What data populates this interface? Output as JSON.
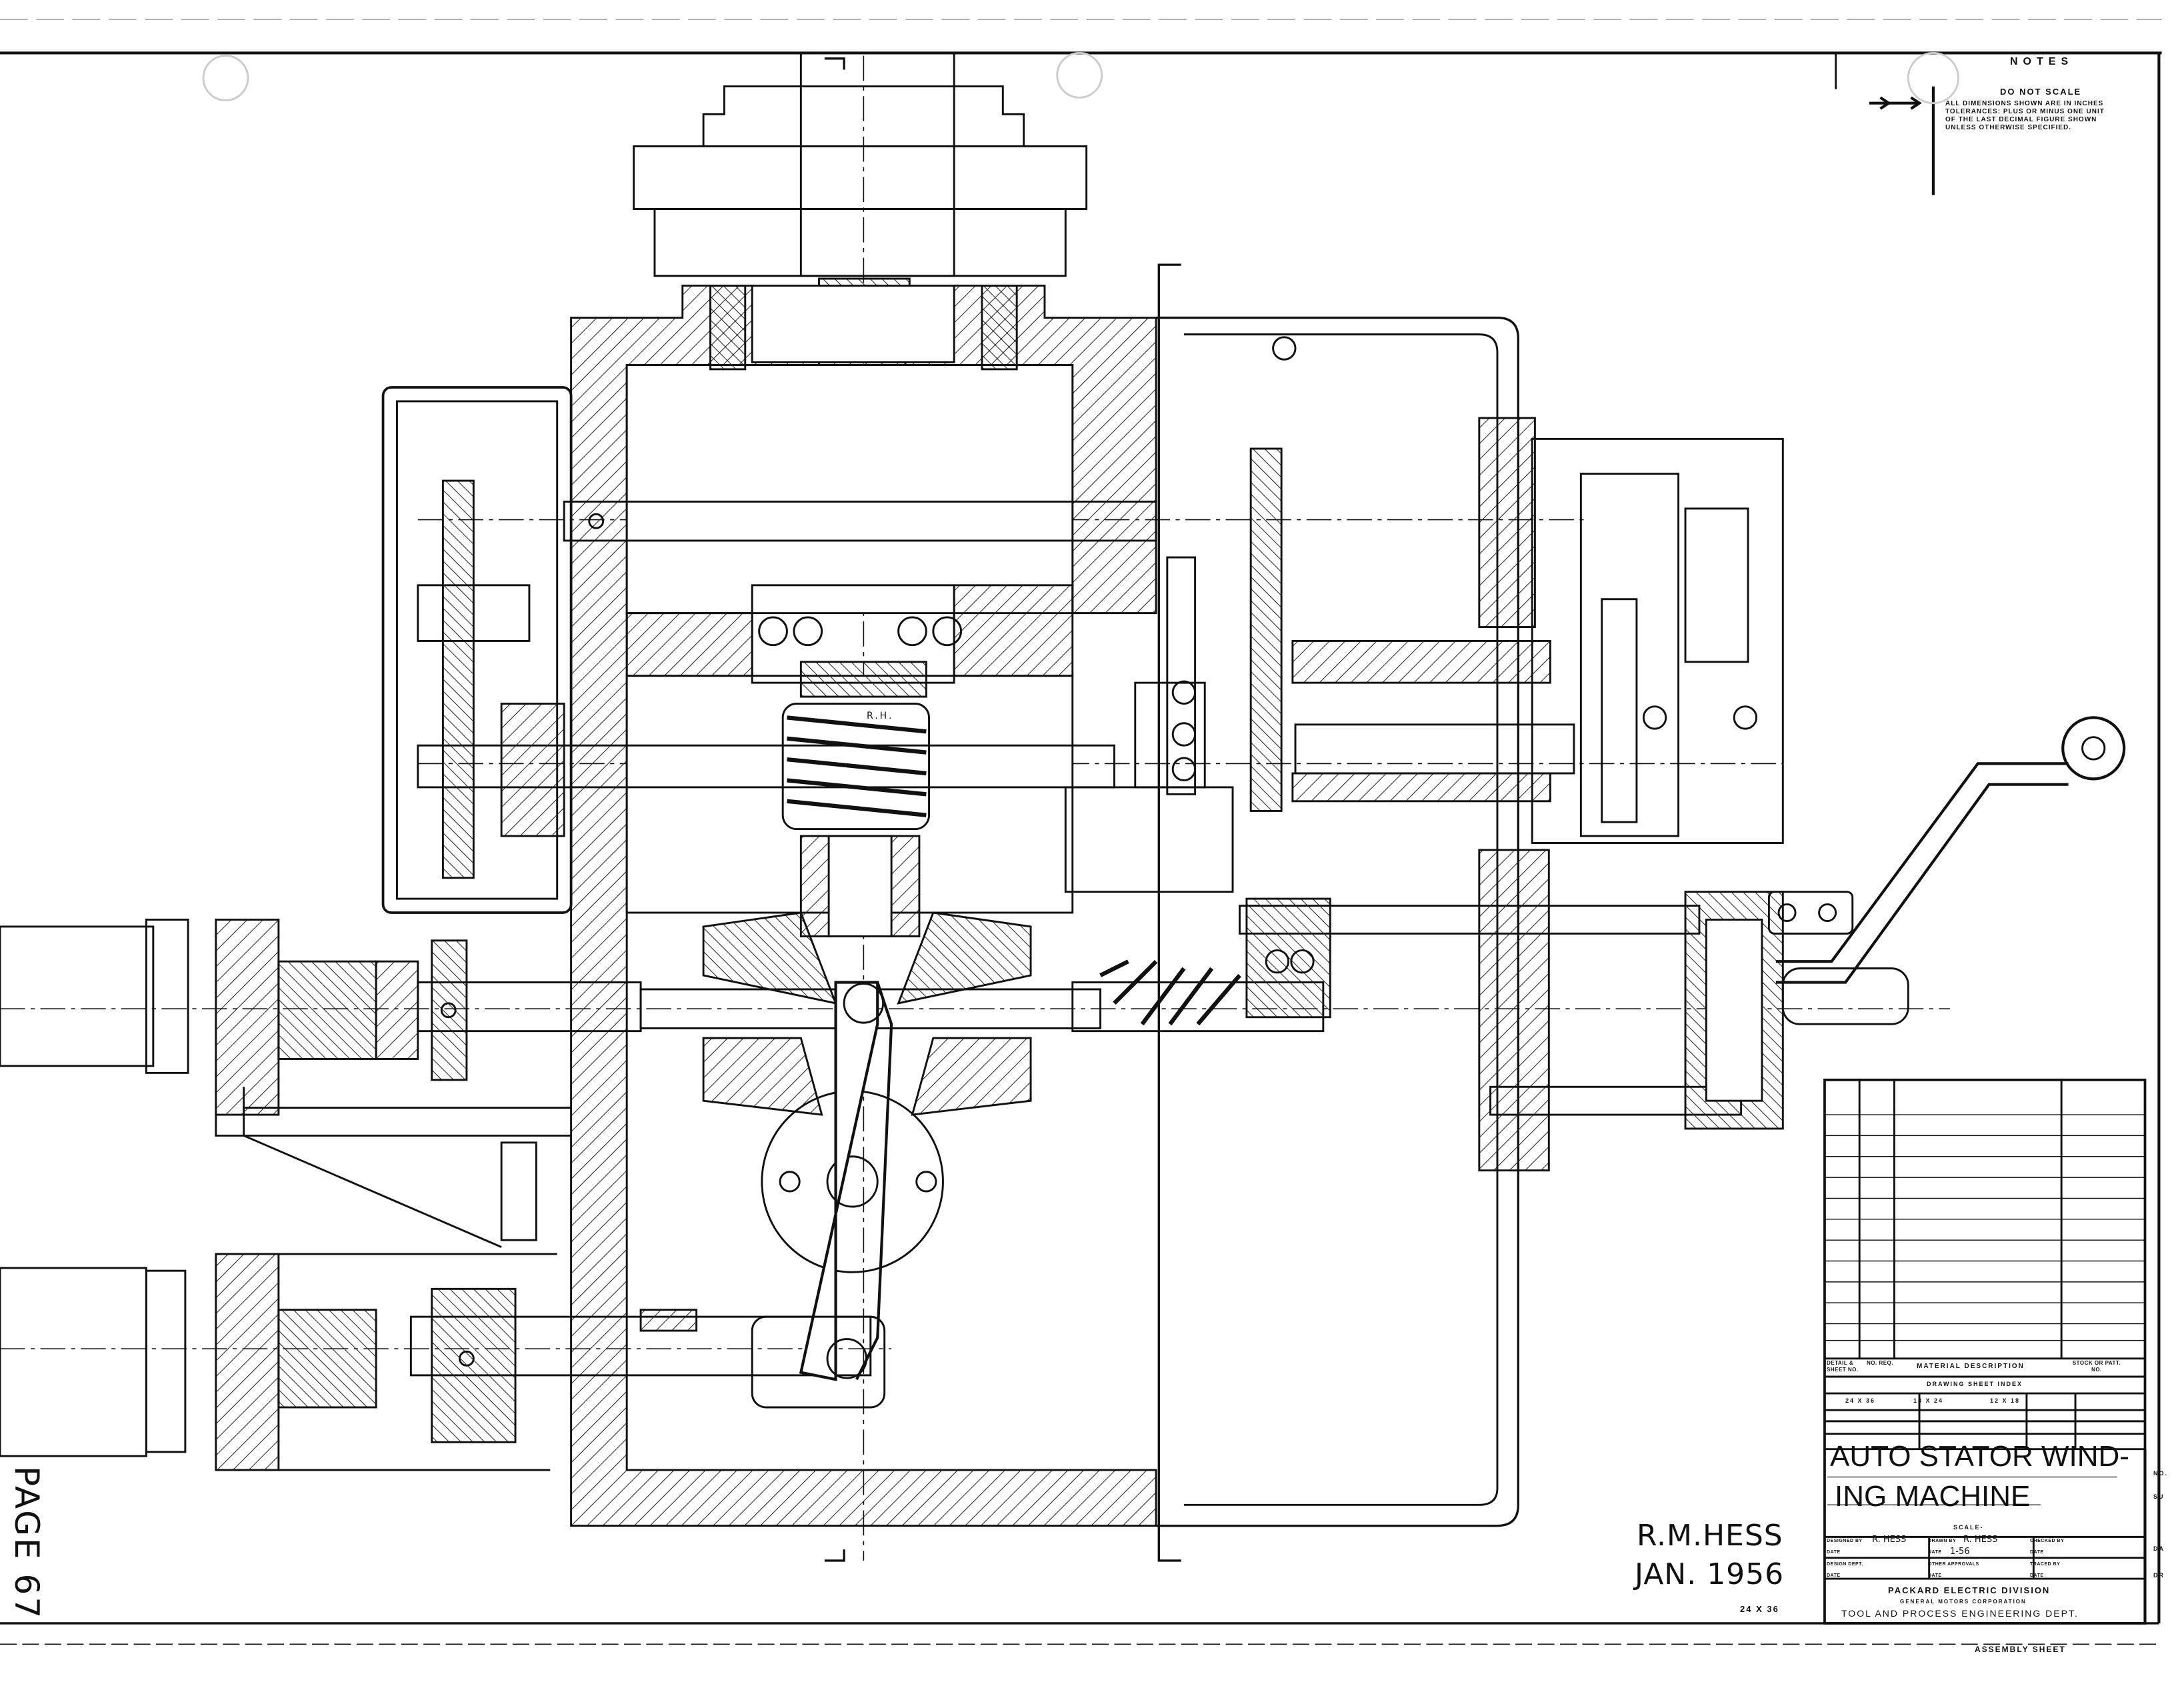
{
  "notes": {
    "heading": "NOTES",
    "do_not_scale": "DO NOT SCALE",
    "lines": [
      "ALL DIMENSIONS SHOWN ARE IN INCHES",
      "TOLERANCES: PLUS OR MINUS ONE UNIT",
      "OF THE LAST DECIMAL FIGURE SHOWN",
      "UNLESS OTHERWISE SPECIFIED."
    ]
  },
  "signature": {
    "name": "R.M.HESS",
    "date": "JAN. 1956"
  },
  "sheet_size_label": "24 X 36",
  "page_label": "PAGE 67",
  "worm_mark": "R.H.",
  "title_block": {
    "bom_headers": {
      "detail": "DETAIL & SHEET NO.",
      "no_req": "NO. REQ.",
      "material": "MATERIAL DESCRIPTION",
      "stock": "STOCK OR PATT. NO."
    },
    "index_title": "DRAWING SHEET INDEX",
    "index_columns": [
      "24 X 36",
      "18 X 24",
      "12 X 18"
    ],
    "title_line1": "AUTO STATOR WIND-",
    "title_line2": "ING MACHINE",
    "scale_label": "SCALE-",
    "designed_by_label": "DESIGNED BY",
    "designed_by": "R. HESS",
    "drawn_by_label": "DRAWN BY",
    "drawn_by": "R. HESS",
    "checked_by_label": "CHECKED BY",
    "date_label": "DATE",
    "drawn_date": "1-56",
    "design_dept_label": "DESIGN DEPT.",
    "other_approvals_label": "OTHER APPROVALS",
    "traced_by_label": "TRACED BY",
    "company": "PACKARD ELECTRIC DIVISION",
    "corporation": "GENERAL MOTORS CORPORATION",
    "department": "TOOL AND PROCESS ENGINEERING DEPT.",
    "side_labels": [
      "NO.",
      "SU",
      "DA",
      "DR"
    ]
  },
  "footer_label": "ASSEMBLY SHEET"
}
